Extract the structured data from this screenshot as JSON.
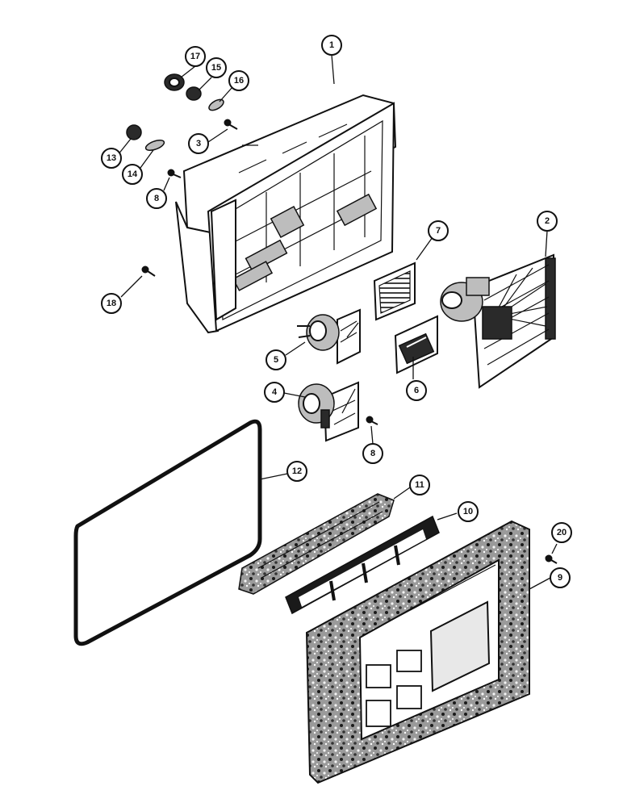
{
  "callouts": [
    {
      "id": "c1",
      "label": "1"
    },
    {
      "id": "c2",
      "label": "2"
    },
    {
      "id": "c3",
      "label": "3"
    },
    {
      "id": "c4",
      "label": "4"
    },
    {
      "id": "c5",
      "label": "5"
    },
    {
      "id": "c6",
      "label": "6"
    },
    {
      "id": "c7",
      "label": "7"
    },
    {
      "id": "c8a",
      "label": "8"
    },
    {
      "id": "c8b",
      "label": "8"
    },
    {
      "id": "c9",
      "label": "9"
    },
    {
      "id": "c10",
      "label": "10"
    },
    {
      "id": "c11",
      "label": "11"
    },
    {
      "id": "c12",
      "label": "12"
    },
    {
      "id": "c13",
      "label": "13"
    },
    {
      "id": "c14",
      "label": "14"
    },
    {
      "id": "c15",
      "label": "15"
    },
    {
      "id": "c16",
      "label": "16"
    },
    {
      "id": "c17",
      "label": "17"
    },
    {
      "id": "c18",
      "label": "18"
    },
    {
      "id": "c20",
      "label": "20"
    }
  ],
  "colors": {
    "ink": "#111111",
    "paper": "#ffffff",
    "shade": "#bdbdbd"
  }
}
